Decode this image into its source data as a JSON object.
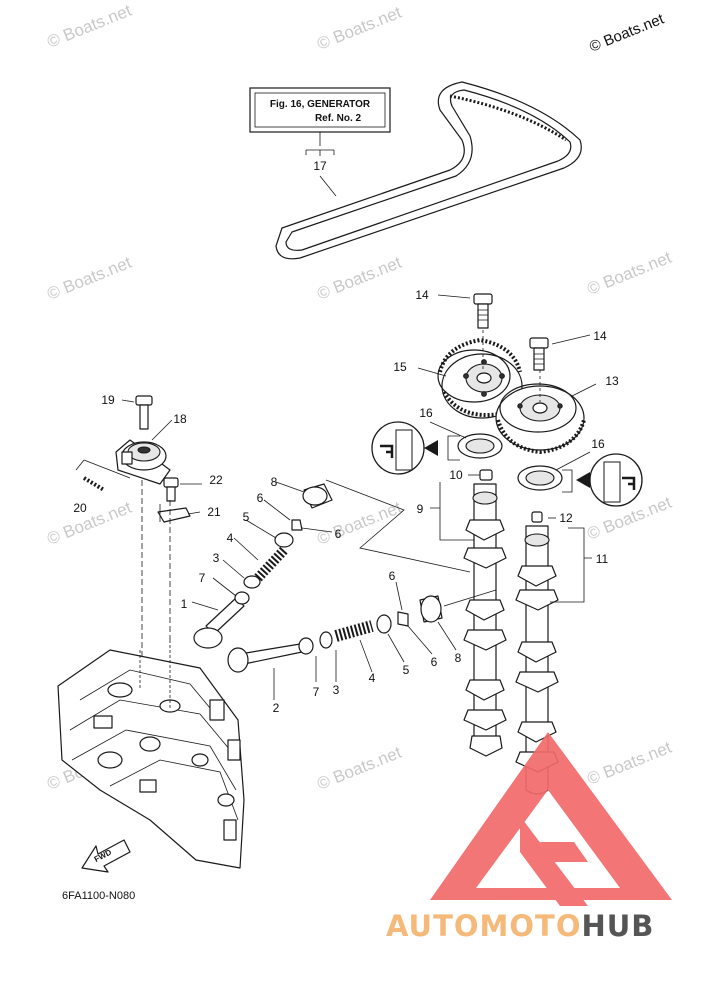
{
  "figure": {
    "copyright_text": "© Boats.net",
    "watermark_text": "© Boats.net",
    "reference_box": {
      "line1": "Fig. 16, GENERATOR",
      "line2": "Ref. No. 2"
    },
    "diagram_code": "6FA1100-N080",
    "fwd_label": "FWD"
  },
  "callouts": [
    "1",
    "2",
    "3",
    "4",
    "5",
    "6",
    "7",
    "8",
    "9",
    "10",
    "11",
    "12",
    "13",
    "14",
    "15",
    "16",
    "17",
    "18",
    "19",
    "20",
    "21",
    "22"
  ],
  "brand": {
    "part1": "AUTOMOTO",
    "part2": "HUB",
    "color_part1": "#f5b97a",
    "color_part2": "#555555",
    "logo_color": "#f26a6a"
  }
}
